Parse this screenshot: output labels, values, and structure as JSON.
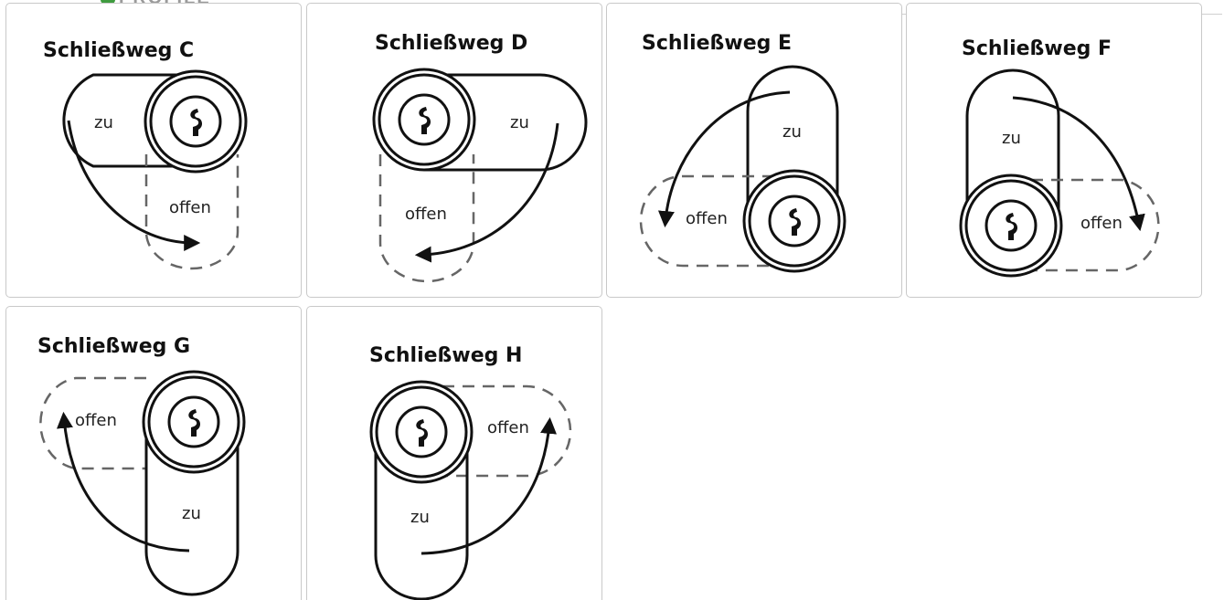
{
  "logo": {
    "text": "PROFILE"
  },
  "cards": [
    {
      "title": "Schließweg C",
      "zu": "zu",
      "offen": "offen"
    },
    {
      "title": "Schließweg D",
      "zu": "zu",
      "offen": "offen"
    },
    {
      "title": "Schließweg E",
      "zu": "zu",
      "offen": "offen"
    },
    {
      "title": "Schließweg F",
      "zu": "zu",
      "offen": "offen"
    },
    {
      "title": "Schließweg G",
      "zu": "zu",
      "offen": "offen"
    },
    {
      "title": "Schließweg H",
      "zu": "zu",
      "offen": "offen"
    }
  ]
}
